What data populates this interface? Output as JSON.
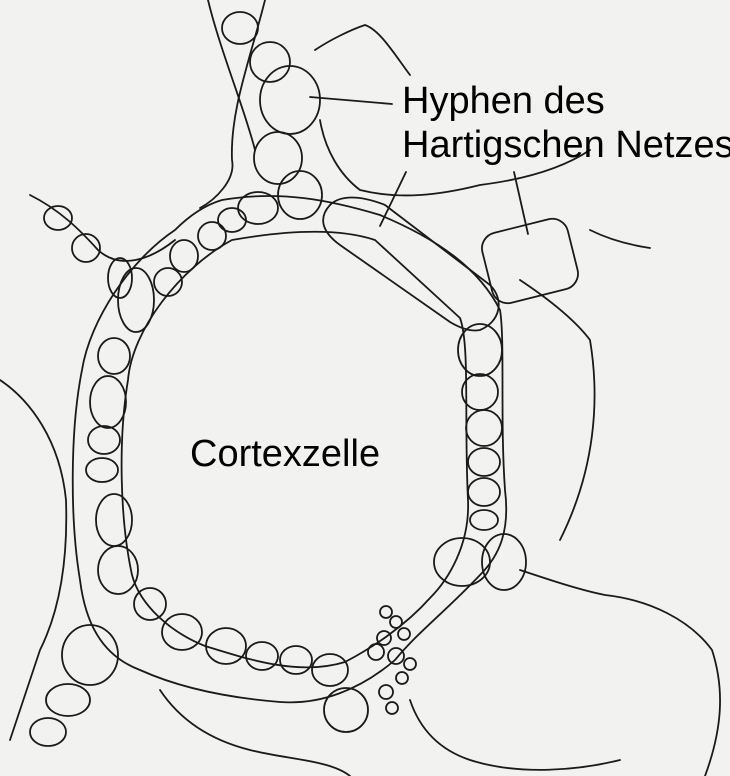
{
  "labels": {
    "hyphen_line1": "Hyphen des",
    "hyphen_line2": "Hartigschen Netzes",
    "cortex_cell": "Cortexzelle"
  },
  "colors": {
    "background": "#f4f4f2",
    "ink": "#1a1a1a",
    "label": "#000000"
  }
}
